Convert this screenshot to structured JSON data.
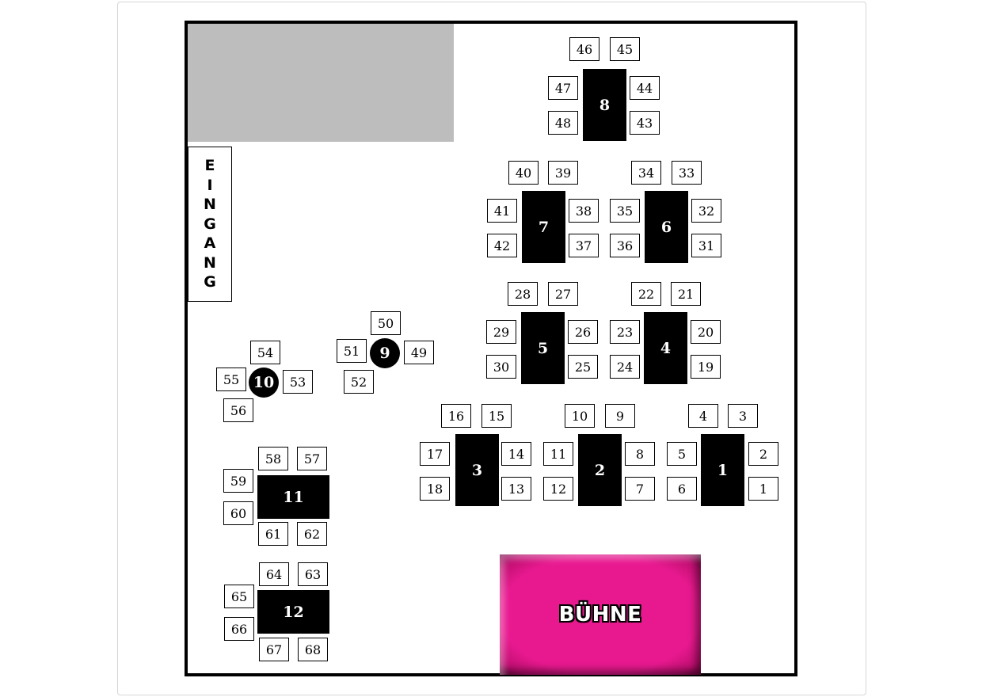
{
  "entrance": {
    "label": "EINGANG",
    "letters": [
      "E",
      "I",
      "N",
      "G",
      "A",
      "N",
      "G"
    ]
  },
  "stage": {
    "label": "BÜHNE",
    "color": "#e8198f"
  },
  "colors": {
    "table": "#000000",
    "blocked_area": "#bdbdbd",
    "seat_border": "#000000"
  },
  "tables": [
    {
      "id": "1",
      "label": "1",
      "shape": "rect"
    },
    {
      "id": "2",
      "label": "2",
      "shape": "rect"
    },
    {
      "id": "3",
      "label": "3",
      "shape": "rect"
    },
    {
      "id": "4",
      "label": "4",
      "shape": "rect"
    },
    {
      "id": "5",
      "label": "5",
      "shape": "rect"
    },
    {
      "id": "6",
      "label": "6",
      "shape": "rect"
    },
    {
      "id": "7",
      "label": "7",
      "shape": "rect"
    },
    {
      "id": "8",
      "label": "8",
      "shape": "rect"
    },
    {
      "id": "9",
      "label": "9",
      "shape": "round"
    },
    {
      "id": "10",
      "label": "10",
      "shape": "round"
    },
    {
      "id": "11",
      "label": "11",
      "shape": "rect"
    },
    {
      "id": "12",
      "label": "12",
      "shape": "rect"
    }
  ],
  "seats": [
    {
      "label": "1",
      "table": "1"
    },
    {
      "label": "2",
      "table": "1"
    },
    {
      "label": "3",
      "table": "1"
    },
    {
      "label": "4",
      "table": "1"
    },
    {
      "label": "5",
      "table": "1"
    },
    {
      "label": "6",
      "table": "1"
    },
    {
      "label": "7",
      "table": "2"
    },
    {
      "label": "8",
      "table": "2"
    },
    {
      "label": "9",
      "table": "2"
    },
    {
      "label": "10",
      "table": "2"
    },
    {
      "label": "11",
      "table": "2"
    },
    {
      "label": "12",
      "table": "2"
    },
    {
      "label": "13",
      "table": "3"
    },
    {
      "label": "14",
      "table": "3"
    },
    {
      "label": "15",
      "table": "3"
    },
    {
      "label": "16",
      "table": "3"
    },
    {
      "label": "17",
      "table": "3"
    },
    {
      "label": "18",
      "table": "3"
    },
    {
      "label": "19",
      "table": "4"
    },
    {
      "label": "20",
      "table": "4"
    },
    {
      "label": "21",
      "table": "4"
    },
    {
      "label": "22",
      "table": "4"
    },
    {
      "label": "23",
      "table": "4"
    },
    {
      "label": "24",
      "table": "4"
    },
    {
      "label": "25",
      "table": "5"
    },
    {
      "label": "26",
      "table": "5"
    },
    {
      "label": "27",
      "table": "5"
    },
    {
      "label": "28",
      "table": "5"
    },
    {
      "label": "29",
      "table": "5"
    },
    {
      "label": "30",
      "table": "5"
    },
    {
      "label": "31",
      "table": "6"
    },
    {
      "label": "32",
      "table": "6"
    },
    {
      "label": "33",
      "table": "6"
    },
    {
      "label": "34",
      "table": "6"
    },
    {
      "label": "35",
      "table": "6"
    },
    {
      "label": "36",
      "table": "6"
    },
    {
      "label": "37",
      "table": "7"
    },
    {
      "label": "38",
      "table": "7"
    },
    {
      "label": "39",
      "table": "7"
    },
    {
      "label": "40",
      "table": "7"
    },
    {
      "label": "41",
      "table": "7"
    },
    {
      "label": "42",
      "table": "7"
    },
    {
      "label": "43",
      "table": "8"
    },
    {
      "label": "44",
      "table": "8"
    },
    {
      "label": "45",
      "table": "8"
    },
    {
      "label": "46",
      "table": "8"
    },
    {
      "label": "47",
      "table": "8"
    },
    {
      "label": "48",
      "table": "8"
    },
    {
      "label": "49",
      "table": "9"
    },
    {
      "label": "50",
      "table": "9"
    },
    {
      "label": "51",
      "table": "9"
    },
    {
      "label": "52",
      "table": "9"
    },
    {
      "label": "53",
      "table": "10"
    },
    {
      "label": "54",
      "table": "10"
    },
    {
      "label": "55",
      "table": "10"
    },
    {
      "label": "56",
      "table": "10"
    },
    {
      "label": "57",
      "table": "11"
    },
    {
      "label": "58",
      "table": "11"
    },
    {
      "label": "59",
      "table": "11"
    },
    {
      "label": "60",
      "table": "11"
    },
    {
      "label": "61",
      "table": "11"
    },
    {
      "label": "62",
      "table": "11"
    },
    {
      "label": "63",
      "table": "12"
    },
    {
      "label": "64",
      "table": "12"
    },
    {
      "label": "65",
      "table": "12"
    },
    {
      "label": "66",
      "table": "12"
    },
    {
      "label": "67",
      "table": "12"
    },
    {
      "label": "68",
      "table": "12"
    }
  ]
}
